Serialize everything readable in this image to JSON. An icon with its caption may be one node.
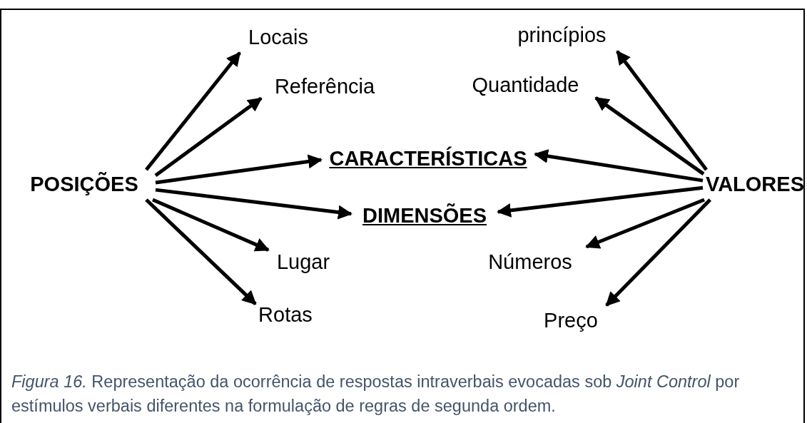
{
  "diagram": {
    "caption": "*Figura 16.* Representação da ocorrência de respostas intraverbais evocadas sob *Joint Control* por estímulos verbais diferentes na formulação de regras de segunda ordem.",
    "nodes": [
      {
        "text": [
          "POSIÇÕES"
        ]
      },
      {
        "text": [
          "Locais"
        ]
      },
      {
        "text": [
          "Referência"
        ]
      },
      {
        "text": [
          "CARACTERÍSTICAS"
        ]
      },
      {
        "text": [
          "DIMENSÕES"
        ]
      },
      {
        "text": [
          "Lugar"
        ]
      },
      {
        "text": [
          "Rotas"
        ]
      },
      {
        "text": [
          "VALORES"
        ]
      },
      {
        "text": [
          "princípios"
        ]
      },
      {
        "text": [
          "Quantidade"
        ]
      },
      {
        "text": [
          "Números"
        ]
      },
      {
        "text": [
          "Preço"
        ]
      }
    ],
    "edges": [
      {
        "from": 0,
        "to": 1,
        "arrow": "to"
      },
      {
        "from": 0,
        "to": 2,
        "arrow": "to"
      },
      {
        "from": 0,
        "to": 3,
        "arrow": "to"
      },
      {
        "from": 0,
        "to": 4,
        "arrow": "to"
      },
      {
        "from": 0,
        "to": 5,
        "arrow": "to"
      },
      {
        "from": 0,
        "to": 6,
        "arrow": "to"
      },
      {
        "from": 7,
        "to": 8,
        "arrow": "to"
      },
      {
        "from": 7,
        "to": 9,
        "arrow": "to"
      },
      {
        "from": 7,
        "to": 3,
        "arrow": "to"
      },
      {
        "from": 7,
        "to": 4,
        "arrow": "to"
      },
      {
        "from": 7,
        "to": 10,
        "arrow": "to"
      },
      {
        "from": 7,
        "to": 11,
        "arrow": "to"
      }
    ]
  }
}
